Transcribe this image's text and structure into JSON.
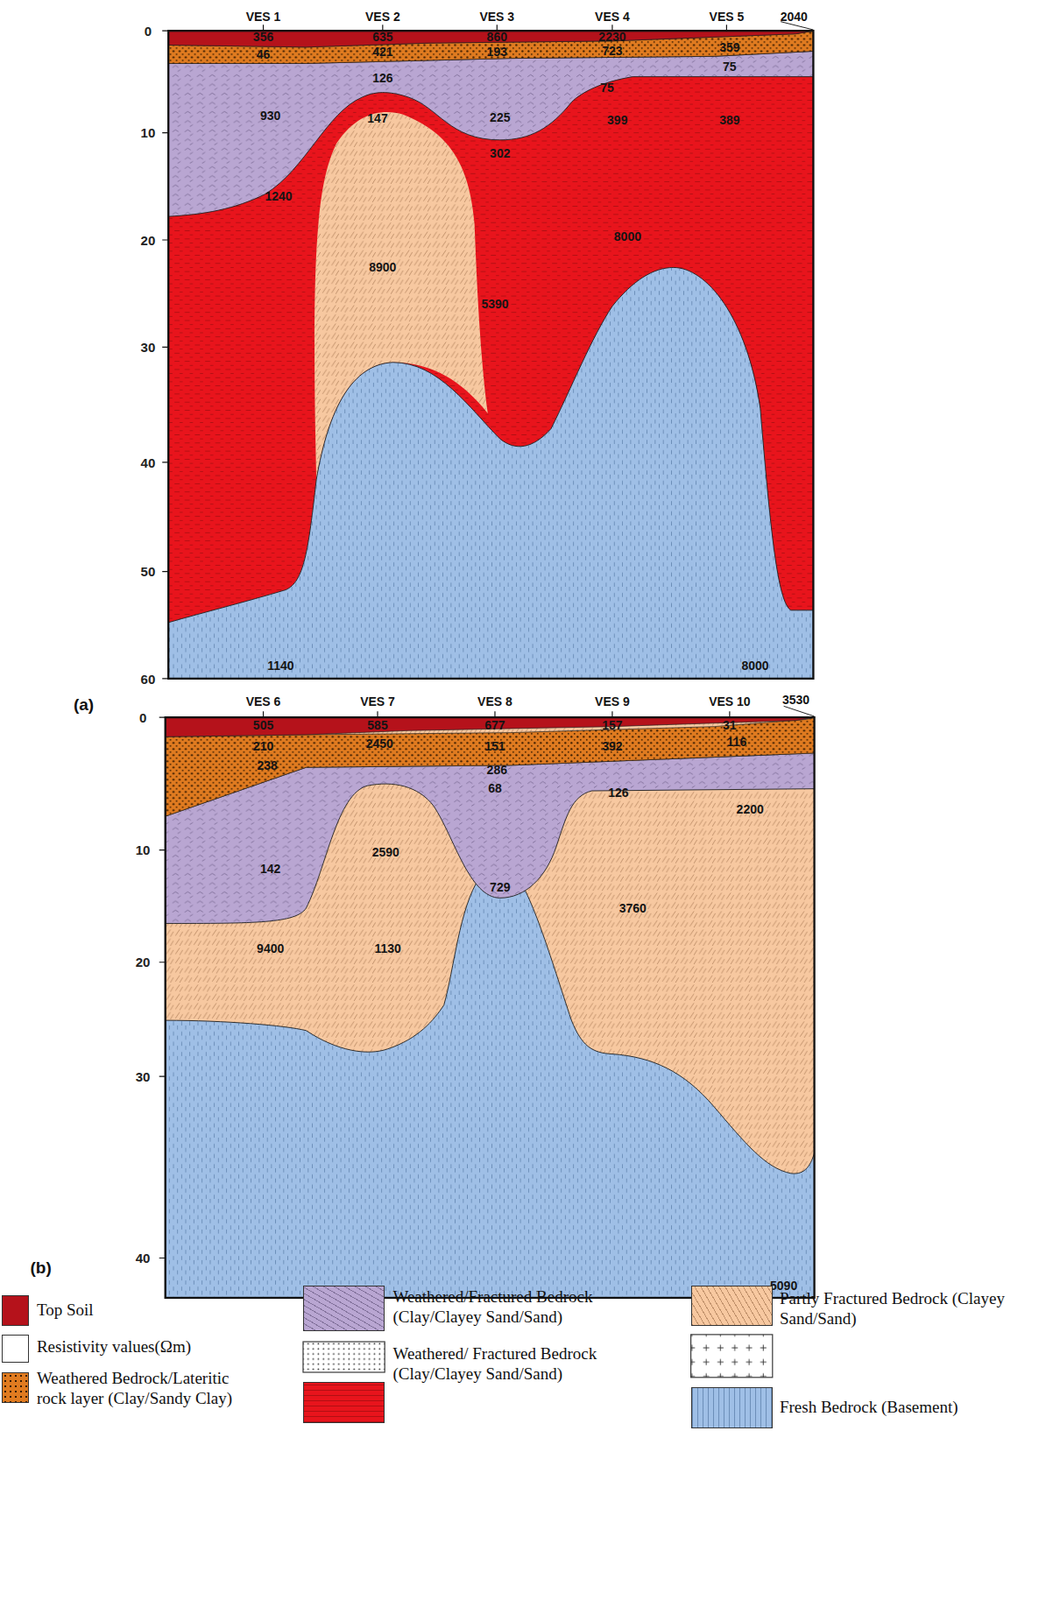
{
  "diagram": {
    "labels": [
      "VES 1",
      "VES 2",
      "VES 3",
      "VES 4",
      "VES 5",
      "2040",
      "0",
      "10",
      "20",
      "30",
      "40",
      "50",
      "60",
      "356",
      "635",
      "860",
      "2230",
      "46",
      "421",
      "193",
      "723",
      "359",
      "126",
      "75",
      "75",
      "930",
      "147",
      "225",
      "399",
      "389",
      "302",
      "1240",
      "8900",
      "8000",
      "5390",
      "1140",
      "8000",
      "(a)",
      "VES 6",
      "VES 7",
      "VES 8",
      "VES 9",
      "VES 10",
      "3530",
      "0",
      "10",
      "20",
      "30",
      "40",
      "505",
      "585",
      "677",
      "157",
      "31",
      "210",
      "2450",
      "151",
      "392",
      "116",
      "238",
      "286",
      "68",
      "126",
      "2200",
      "142",
      "2590",
      "729",
      "9400",
      "1130",
      "3760",
      "5090",
      "(b)"
    ],
    "legend": [
      {
        "text": "Top Soil",
        "color": "#b5121b"
      },
      {
        "text": "Resistivity values(Ωm)",
        "color": "#ffffff"
      },
      {
        "text": "Weathered Bedrock/Lateritic rock layer (Clay/Sandy Clay)",
        "color": "#e07b20"
      },
      {
        "text": "Weathered/Fractured Bedrock (Clay/Clayey Sand/Sand)",
        "color": "#b9a6d2"
      },
      {
        "text": "Weathered/ Fractured Bedrock (Clay/Clayey Sand/Sand)",
        "color": "#e8141c"
      },
      {
        "text": "Partly Fractured Bedrock (Clayey Sand/Sand)",
        "color": "#f7c8a0"
      },
      {
        "text": "Fresh Bedrock (Basement)",
        "color": "#9fbfe6"
      }
    ]
  }
}
